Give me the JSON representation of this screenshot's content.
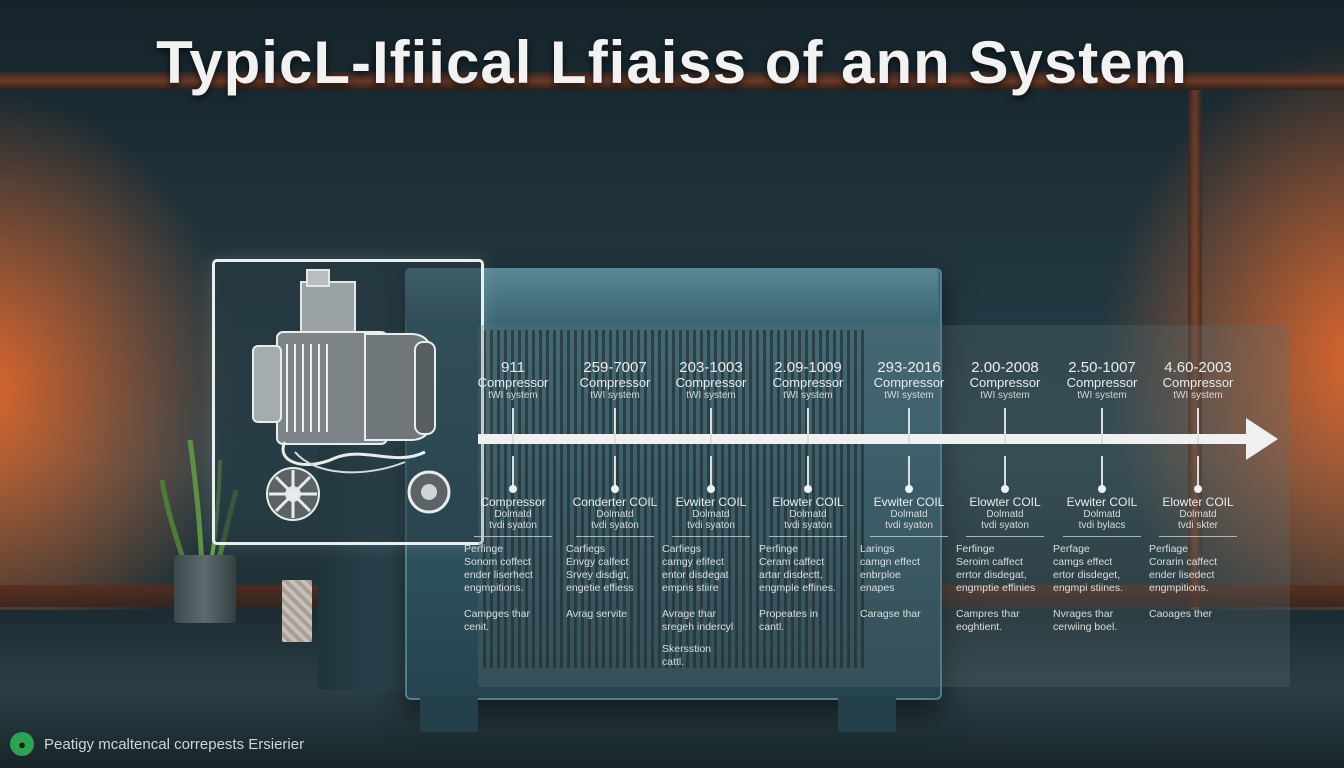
{
  "title": "TypicL-Ifiical Lfiaiss of ann System",
  "timeline": [
    {
      "date": "911",
      "name": "Compressor",
      "system": "tWI system",
      "stage": "Compressor",
      "stage_sub1": "Dolmatd",
      "stage_sub2": "tvdi syaton",
      "body": [
        "Perfinge",
        "Sonom coffect",
        "ender liserhect",
        "engmpitions."
      ],
      "note": [
        "Campges thar",
        "cenit."
      ],
      "note2": []
    },
    {
      "date": "259-7007",
      "name": "Compressor",
      "system": "tWI system",
      "stage": "Conderter COIL",
      "stage_sub1": "Dolmatd",
      "stage_sub2": "tvdi syaton",
      "body": [
        "Carfiegs",
        "Envgy calfect",
        "Srvey disdigt,",
        "engetie effiess"
      ],
      "note": [
        "Avrag servite"
      ],
      "note2": []
    },
    {
      "date": "203-1003",
      "name": "Compressor",
      "system": "tWI system",
      "stage": "Evwiter COIL",
      "stage_sub1": "Dolmatd",
      "stage_sub2": "tvdi syaton",
      "body": [
        "Carfiegs",
        "camgy efifect",
        "entor disdegat",
        "empris stiire"
      ],
      "note": [
        "Avrage thar",
        "sregeh indercyl"
      ],
      "note2": [
        "Skersstion",
        "cattl."
      ]
    },
    {
      "date": "2.09-1009",
      "name": "Compressor",
      "system": "tWI system",
      "stage": "Elowter COIL",
      "stage_sub1": "Dolmatd",
      "stage_sub2": "tvdi syaton",
      "body": [
        "Perfinge",
        "Ceram caffect",
        "artar disdectt,",
        "engmple effines."
      ],
      "note": [
        "Propeates in",
        "cantl."
      ],
      "note2": []
    },
    {
      "date": "293-2016",
      "name": "Compressor",
      "system": "tWI system",
      "stage": "Evwiter COIL",
      "stage_sub1": "Dolmatd",
      "stage_sub2": "tvdi syaton",
      "body": [
        "Larings",
        "camgn effect",
        "enbrploe",
        "enapes"
      ],
      "note": [
        "Caragse thar"
      ],
      "note2": []
    },
    {
      "date": "2.00-2008",
      "name": "Compressor",
      "system": "tWI system",
      "stage": "Elowter COIL",
      "stage_sub1": "Dolmatd",
      "stage_sub2": "tvdi syaton",
      "body": [
        "Ferfinge",
        "Seroim caffect",
        "errtor disdegat,",
        "engmptie effinies"
      ],
      "note": [
        "Campres thar",
        "eoghtient."
      ],
      "note2": []
    },
    {
      "date": "2.50-1007",
      "name": "Compressor",
      "system": "tWI system",
      "stage": "Evwiter COIL",
      "stage_sub1": "Dolmatd",
      "stage_sub2": "tvdi bylacs",
      "body": [
        "Perfage",
        "camgs effect",
        "ertor disdeget,",
        "engmpi stiines."
      ],
      "note": [
        "Nvrages thar",
        "cerwiing boel."
      ],
      "note2": []
    },
    {
      "date": "4.60-2003",
      "name": "Compressor",
      "system": "tWI system",
      "stage": "Elowter COIL",
      "stage_sub1": "Dolmatd",
      "stage_sub2": "tvdi skter",
      "body": [
        "Perfiage",
        "Corarin caffect",
        "ender lisedect",
        "engmpitions."
      ],
      "note": [
        "Caoages ther"
      ],
      "note2": []
    }
  ],
  "brand": {
    "icon": "leaf-logo-icon",
    "text": "Peatigy mcaltencal correpests Ersierier",
    "color": "#2fa152"
  }
}
